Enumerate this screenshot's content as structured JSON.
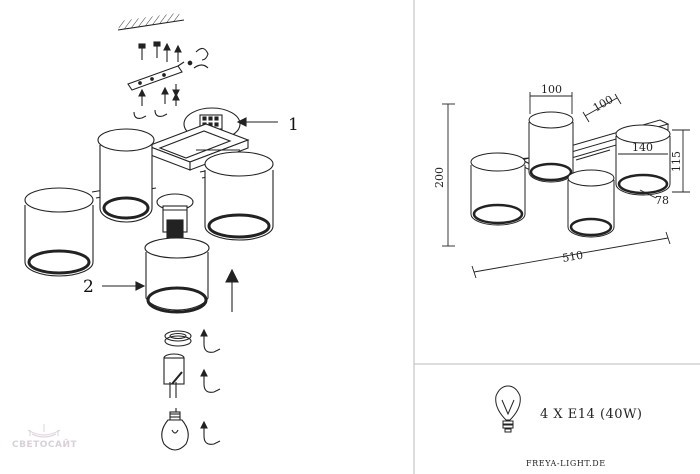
{
  "exploded_view": {
    "callouts": [
      {
        "id": "1",
        "label": "1"
      },
      {
        "id": "2",
        "label": "2"
      }
    ]
  },
  "dimensions_view": {
    "dims": {
      "shade_diameter": "100",
      "shade_depth": "100",
      "shade_width": "140",
      "shade_height": "115",
      "height": "200",
      "length": "510",
      "small_dim": "78"
    }
  },
  "spec_panel": {
    "bulb_spec": "4 X E14 (40W)",
    "website": "FREYA-LIGHT.DE"
  },
  "watermark": {
    "text": "СВЕТОСАЙТ"
  },
  "colors": {
    "line": "#222222",
    "divider": "#bbbbbb",
    "watermark": "#d9d0d8"
  }
}
